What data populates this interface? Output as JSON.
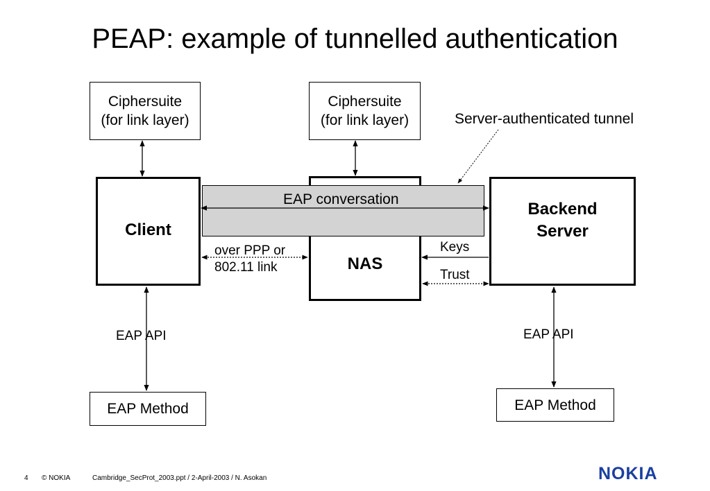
{
  "title": "PEAP: example of tunnelled authentication",
  "ciphersuite_left": {
    "line1": "Ciphersuite",
    "line2": "(for link layer)"
  },
  "ciphersuite_mid": {
    "line1": "Ciphersuite",
    "line2": "(for link layer)"
  },
  "tunnel_label": "Server-authenticated tunnel",
  "eap_conversation": "EAP conversation",
  "client": "Client",
  "nas": "NAS",
  "backend": {
    "line1": "Backend",
    "line2": "Server"
  },
  "link_label": {
    "line1": "over PPP or",
    "line2": "802.11 link"
  },
  "keys": "Keys",
  "trust": "Trust",
  "eap_api_left": "EAP API",
  "eap_api_right": "EAP API",
  "eap_method_left": "EAP Method",
  "eap_method_right": "EAP Method",
  "footer": {
    "page": "4",
    "copyright": "© NOKIA",
    "source": "Cambridge_SecProt_2003.ppt / 2-April-2003 / N. Asokan"
  },
  "logo": "NOKIA",
  "colors": {
    "tunnel_fill": "#d3d3d3",
    "logo": "#1a3fa0"
  }
}
